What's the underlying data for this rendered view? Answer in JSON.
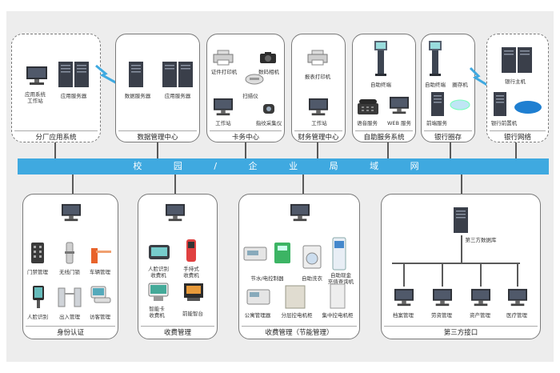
{
  "network": {
    "label": "校 园 / 企 业 局 域 网"
  },
  "top_boxes": [
    {
      "label": "分厂应用系统",
      "items": [
        "应用系统\n工作站",
        "应用服务器"
      ]
    },
    {
      "label": "数据管理中心",
      "items": [
        "数据服务器",
        "应用服务器"
      ]
    },
    {
      "label": "卡务中心",
      "items": [
        "证件打印机",
        "数码相机",
        "扫描仪",
        "工作站",
        "指纹采集仪"
      ]
    },
    {
      "label": "财务管理中心",
      "items": [
        "报表打印机",
        "工作站"
      ]
    },
    {
      "label": "自助服务系统",
      "items": [
        "自助终端",
        "语音服务",
        "WEB 服务"
      ]
    },
    {
      "label": "银行圈存",
      "items": [
        "自助终端",
        "圈存机",
        "前端服务"
      ]
    },
    {
      "label": "银行网络",
      "items": [
        "银行主机",
        "银行前置机"
      ]
    }
  ],
  "bottom_boxes": [
    {
      "label": "身份认证",
      "items": [
        "门禁管理",
        "无线门锁",
        "车辆管理",
        "人脸识别",
        "出入管理",
        "访客管理"
      ]
    },
    {
      "label": "收费管理",
      "items": [
        "人脸识别\n收费机",
        "手持式\n收费机",
        "智能卡\n收费机",
        "前能智台"
      ]
    },
    {
      "label": "收费管理（节能管理）",
      "items": [
        "节水/电控制器",
        "自助洗衣",
        "自助现金\n充值查询机",
        "公寓管理器",
        "分层控电机柜",
        "集中控电机柜"
      ]
    },
    {
      "label": "第三方接口",
      "items": [
        "第三方数据库",
        "档案管理",
        "劳资管理",
        "资产管理",
        "医疗管理"
      ]
    }
  ],
  "colors": {
    "network": "#3fa9e0",
    "server": "#3a3f4a",
    "accent_orange": "#e8632b",
    "accent_blue": "#1f7fd1"
  }
}
